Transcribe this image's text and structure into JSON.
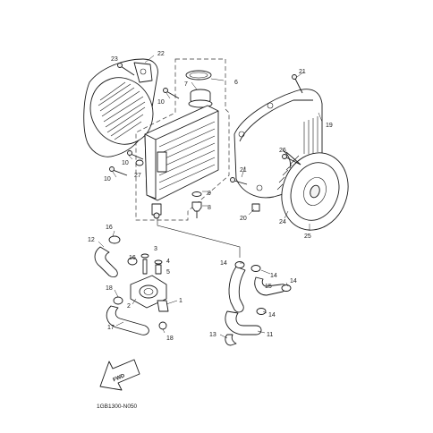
{
  "diagram": {
    "reference_code": "1GB1300-N050",
    "direction_label": "FWD",
    "callouts": [
      "23",
      "22",
      "7",
      "6",
      "21",
      "10",
      "19",
      "26",
      "10",
      "21",
      "10",
      "27",
      "9",
      "8",
      "20",
      "24",
      "25",
      "16",
      "12",
      "3",
      "14",
      "16",
      "4",
      "5",
      "14",
      "15",
      "14",
      "18",
      "2",
      "1",
      "14",
      "17",
      "18",
      "13",
      "11"
    ]
  }
}
